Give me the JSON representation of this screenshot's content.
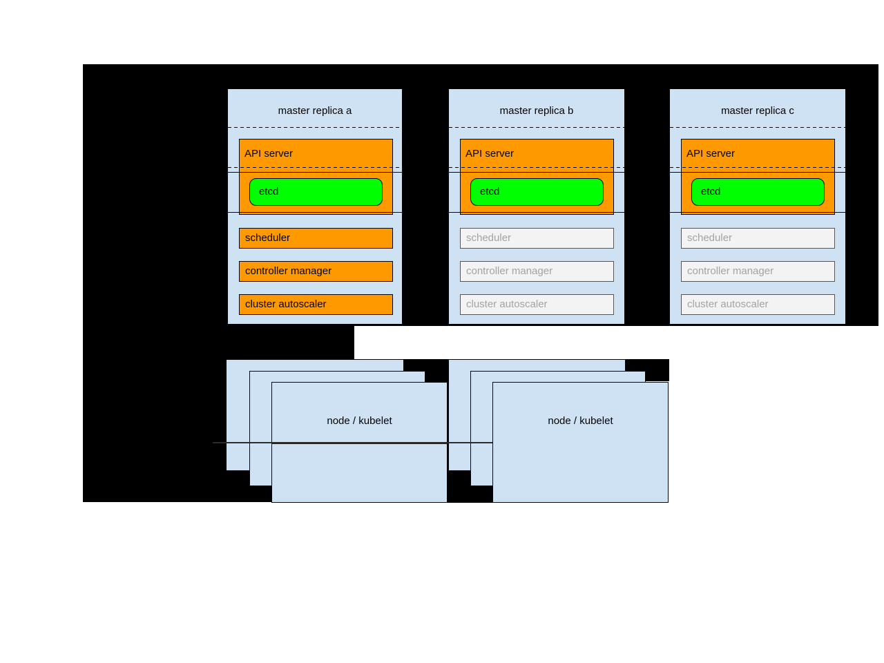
{
  "diagram": {
    "colors": {
      "background": "#000000",
      "panel_blue": "#cfe2f3",
      "active_orange": "#ff9900",
      "etcd_green": "#00ff00",
      "inactive_fill": "#f3f3f3",
      "inactive_text": "#a3a3a3"
    },
    "replicas": [
      {
        "title": "master replica a",
        "api_server": "API server",
        "etcd": "etcd",
        "scheduler": "scheduler",
        "controller_manager": "controller manager",
        "cluster_autoscaler": "cluster autoscaler",
        "components_active": true
      },
      {
        "title": "master replica b",
        "api_server": "API server",
        "etcd": "etcd",
        "scheduler": "scheduler",
        "controller_manager": "controller manager",
        "cluster_autoscaler": "cluster autoscaler",
        "components_active": false
      },
      {
        "title": "master replica c",
        "api_server": "API server",
        "etcd": "etcd",
        "scheduler": "scheduler",
        "controller_manager": "controller manager",
        "cluster_autoscaler": "cluster autoscaler",
        "components_active": false
      }
    ],
    "nodes": [
      {
        "label": "node / kubelet"
      },
      {
        "label": "node / kubelet"
      }
    ]
  }
}
